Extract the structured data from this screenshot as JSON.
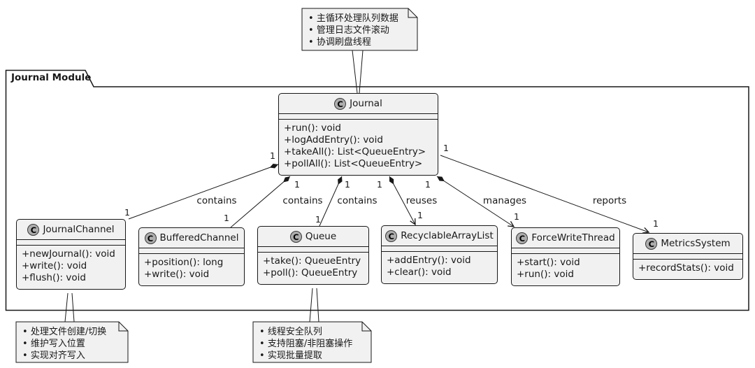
{
  "package": {
    "title": "Journal Module"
  },
  "classes": {
    "journal": {
      "icon": "C",
      "name": "Journal",
      "methods": [
        "+run(): void",
        "+logAddEntry(): void",
        "+takeAll(): List<QueueEntry>",
        "+pollAll(): List<QueueEntry>"
      ]
    },
    "journal_channel": {
      "icon": "C",
      "name": "JournalChannel",
      "methods": [
        "+newJournal(): void",
        "+write(): void",
        "+flush(): void"
      ]
    },
    "buffered_channel": {
      "icon": "C",
      "name": "BufferedChannel",
      "methods": [
        "+position(): long",
        "+write(): void"
      ]
    },
    "queue": {
      "icon": "C",
      "name": "Queue",
      "methods": [
        "+take(): QueueEntry",
        "+poll(): QueueEntry"
      ]
    },
    "recyclable_array_list": {
      "icon": "C",
      "name": "RecyclableArrayList",
      "methods": [
        "+addEntry(): void",
        "+clear(): void"
      ]
    },
    "force_write_thread": {
      "icon": "C",
      "name": "ForceWriteThread",
      "methods": [
        "+start(): void",
        "+run(): void"
      ]
    },
    "metrics_system": {
      "icon": "C",
      "name": "MetricsSystem",
      "methods": [
        "+recordStats(): void"
      ]
    }
  },
  "notes": {
    "journal_note": {
      "lines": [
        "主循环处理队列数据",
        "管理日志文件滚动",
        "协调刷盘线程"
      ]
    },
    "journal_channel_note": {
      "lines": [
        "处理文件创建/切换",
        "维护写入位置",
        "实现对齐写入"
      ]
    },
    "queue_note": {
      "lines": [
        "线程安全队列",
        "支持阻塞/非阻塞操作",
        "实现批量提取"
      ]
    }
  },
  "edges": [
    {
      "from": "Journal",
      "to": "JournalChannel",
      "label": "contains",
      "kind": "composition",
      "source_mult": "1",
      "target_mult": "1"
    },
    {
      "from": "Journal",
      "to": "BufferedChannel",
      "label": "contains",
      "kind": "composition",
      "source_mult": "1",
      "target_mult": "1"
    },
    {
      "from": "Journal",
      "to": "Queue",
      "label": "contains",
      "kind": "composition",
      "source_mult": "1",
      "target_mult": "1"
    },
    {
      "from": "Journal",
      "to": "RecyclableArrayList",
      "label": "reuses",
      "kind": "composition-arrow",
      "source_mult": "1",
      "target_mult": "1"
    },
    {
      "from": "Journal",
      "to": "ForceWriteThread",
      "label": "manages",
      "kind": "composition-arrow",
      "source_mult": "1",
      "target_mult": "1"
    },
    {
      "from": "Journal",
      "to": "MetricsSystem",
      "label": "reports",
      "kind": "arrow",
      "source_mult": "1",
      "target_mult": "1"
    }
  ],
  "colors": {
    "background": "#FFFFFF",
    "box_fill": "#F1F1F1",
    "border": "#181818",
    "icon_fill": "#ADADAD",
    "text": "#181818"
  }
}
